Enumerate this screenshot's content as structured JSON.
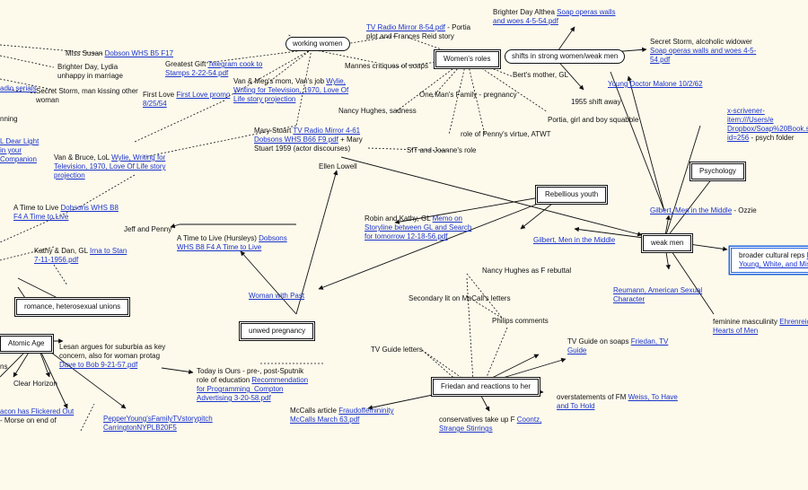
{
  "nodes": {
    "miss_susan": {
      "text": "Miss Susan",
      "link": "Dobson WHS B5 F17"
    },
    "brighter_day_lydia": {
      "text": "Brighter Day, Lydia unhappy in marriage"
    },
    "radio_serials": {
      "link": "adio serials"
    },
    "secret_storm_kiss": {
      "text": "Secret Storm, man kissing other woman"
    },
    "nning": {
      "text": "nning"
    },
    "dear_light": {
      "link": "L Dear Light in your Companion"
    },
    "greatest_gift": {
      "text": "Greatest Gift",
      "link": "Telegram cook to Stamps 2-22-54.pdf"
    },
    "working_women": {
      "text": "working women"
    },
    "tv_radio_portia": {
      "link": "TV Radio Mirror 8-54.pdf",
      "text": " - Portia plot and Frances Reid story"
    },
    "brighter_day_althea": {
      "text": "Brighter Day Althea",
      "link": "Soap operas walls and woes 4-5-54.pdf"
    },
    "womens_roles": {
      "text": "Women's roles"
    },
    "shifts": {
      "text": "shifts in strong women/weak men"
    },
    "secret_storm_alc": {
      "text": "Secret Storm, alcoholic widower",
      "link": "Soap operas walls and woes 4-5-54.pdf"
    },
    "mannes": {
      "text": "Mannes critiques of soaps"
    },
    "berts_mother": {
      "text": "Bert's mother, GL"
    },
    "van_megs": {
      "text": "Van & Meg's mom, Van's job",
      "link": "Wylie, Writing for Television, 1970, Love Of Life story projection"
    },
    "first_love": {
      "text": "First Love",
      "link": "First Love promo 8/25/54"
    },
    "one_mans_family": {
      "text": "One Man's Family - pregnancy"
    },
    "y1955": {
      "text": "1955 shift away"
    },
    "young_doctor": {
      "link": "Young Doctor Malone 10/2/62"
    },
    "nancy_sadness": {
      "text": "Nancy Hughes, sadness"
    },
    "pennys_virtue": {
      "text": "role of Penny's virtue, ATWT"
    },
    "portia_girl": {
      "text": "Portia, girl and boy squabble"
    },
    "scrivener": {
      "link": "x-scrivener-item:///Users/e Dropbox/Soap%20Book.s id=256",
      "text": " - psych folder"
    },
    "mary_stuart": {
      "text": "Mary Stuart",
      "link": "TV Radio Mirror 4-61 Dobsons WHS B66 F9.pdf",
      "text2": "+ Mary Stuart 1959 (actor discourses)"
    },
    "sft_joanne": {
      "text": "SfT and Joanne's role"
    },
    "van_bruce": {
      "text": "Van & Bruce, LoL",
      "link": "Wylie, Writing for Television, 1970, Love Of Life story projection"
    },
    "ellen_lowell": {
      "text": "Ellen Lowell"
    },
    "psychology": {
      "text": "Psychology"
    },
    "rebellious": {
      "text": "Rebellious youth"
    },
    "a_time_to_live_1": {
      "text": "A Time to Live",
      "link": "Dobsons WHS B8 F4 A Time to Live"
    },
    "jeff_penny": {
      "text": "Jeff and Penny"
    },
    "robin_kathy": {
      "text": "Robin and Kathy, GL",
      "link": "Memo on Storyline between GL and Search for tomorrow 12-18-56.pdf"
    },
    "gilbert_ozzie": {
      "link": "Gilbert, Men in the Middle",
      "text": " - Ozzie"
    },
    "gilbert": {
      "link": "Gilbert, Men in the Middle"
    },
    "weak_men": {
      "text": "weak men"
    },
    "broader": {
      "text": "broader cultural reps",
      "link": "B Young, White, and Mise"
    },
    "a_time_to_live_2": {
      "text": "A Time to Live (Hursleys)",
      "link": "Dobsons WHS B8 F4 A Time to Live"
    },
    "kathy_dan": {
      "text": "Kathy & Dan, GL",
      "link": "Irna to Stan 7-11-1956.pdf"
    },
    "nancy_rebuttal": {
      "text": "Nancy Hughes as F rebuttal"
    },
    "romance": {
      "text": "romance, heterosexual unions"
    },
    "woman_past": {
      "link": "Woman with Past"
    },
    "secondary_lit": {
      "text": "Secondary lit on McCall's letters"
    },
    "reumann": {
      "link": "Reumann, American Sexual Character"
    },
    "unwed": {
      "text": "unwed pregnancy"
    },
    "philips": {
      "text": "Philips comments"
    },
    "feminine": {
      "text": "feminine masculinity",
      "link": "Ehrenreic Hearts of Men"
    },
    "atomic": {
      "text": "Atomic Age"
    },
    "lesan": {
      "text": "Lesan argues for suburbia as key concern, also for woman protag",
      "link": "Dave to Bob 9-21-57.pdf"
    },
    "tv_guide_letters": {
      "text": "TV Guide letters"
    },
    "tv_guide_soaps": {
      "text": "TV Guide on soaps",
      "link": "Friedan, TV Guide"
    },
    "ns": {
      "text": "ns"
    },
    "clear_horizon": {
      "text": "Clear Horizon"
    },
    "today_ours": {
      "text": "Today is Ours - pre-, post-Sputnik role of education",
      "link": "Recommendation for Programming_Compton Advertising 3-20-58.pdf"
    },
    "friedan": {
      "text": "Friedan and reactions to her"
    },
    "overstatements": {
      "text": "overstatements of FM",
      "link": "Weiss, To Have and To Hold"
    },
    "flickered": {
      "link": "acon has Flickered Out",
      "text": "- Morse on end of"
    },
    "pepper": {
      "link": "PepperYoung'sFamilyTVstorypitch CarringtonNYPLB20F5"
    },
    "mccalls": {
      "text": "McCalls article",
      "link": "Fraudoffemininity McCalls March 63.pdf"
    },
    "conservatives": {
      "text": "conservatives take up F",
      "link": "Coontz, Strange Stirrings"
    }
  }
}
